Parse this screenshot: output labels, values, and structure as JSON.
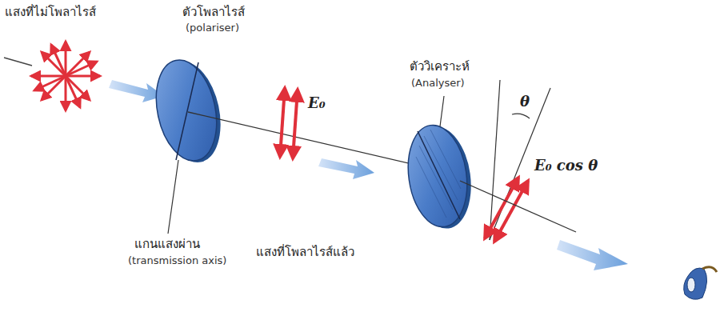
{
  "diagram": {
    "labels": [
      "แสงที่ไม่โพลาไรส์",
      "ตัวโพลาไรส์",
      "(polariser)",
      "ตัววิเคราะห์",
      "(Analyser)",
      "E₀",
      "θ",
      "E₀ cos θ",
      "แกนแสงผ่าน",
      "(transmission axis)",
      "แสงที่โพลาไรส์แล้ว"
    ]
  }
}
